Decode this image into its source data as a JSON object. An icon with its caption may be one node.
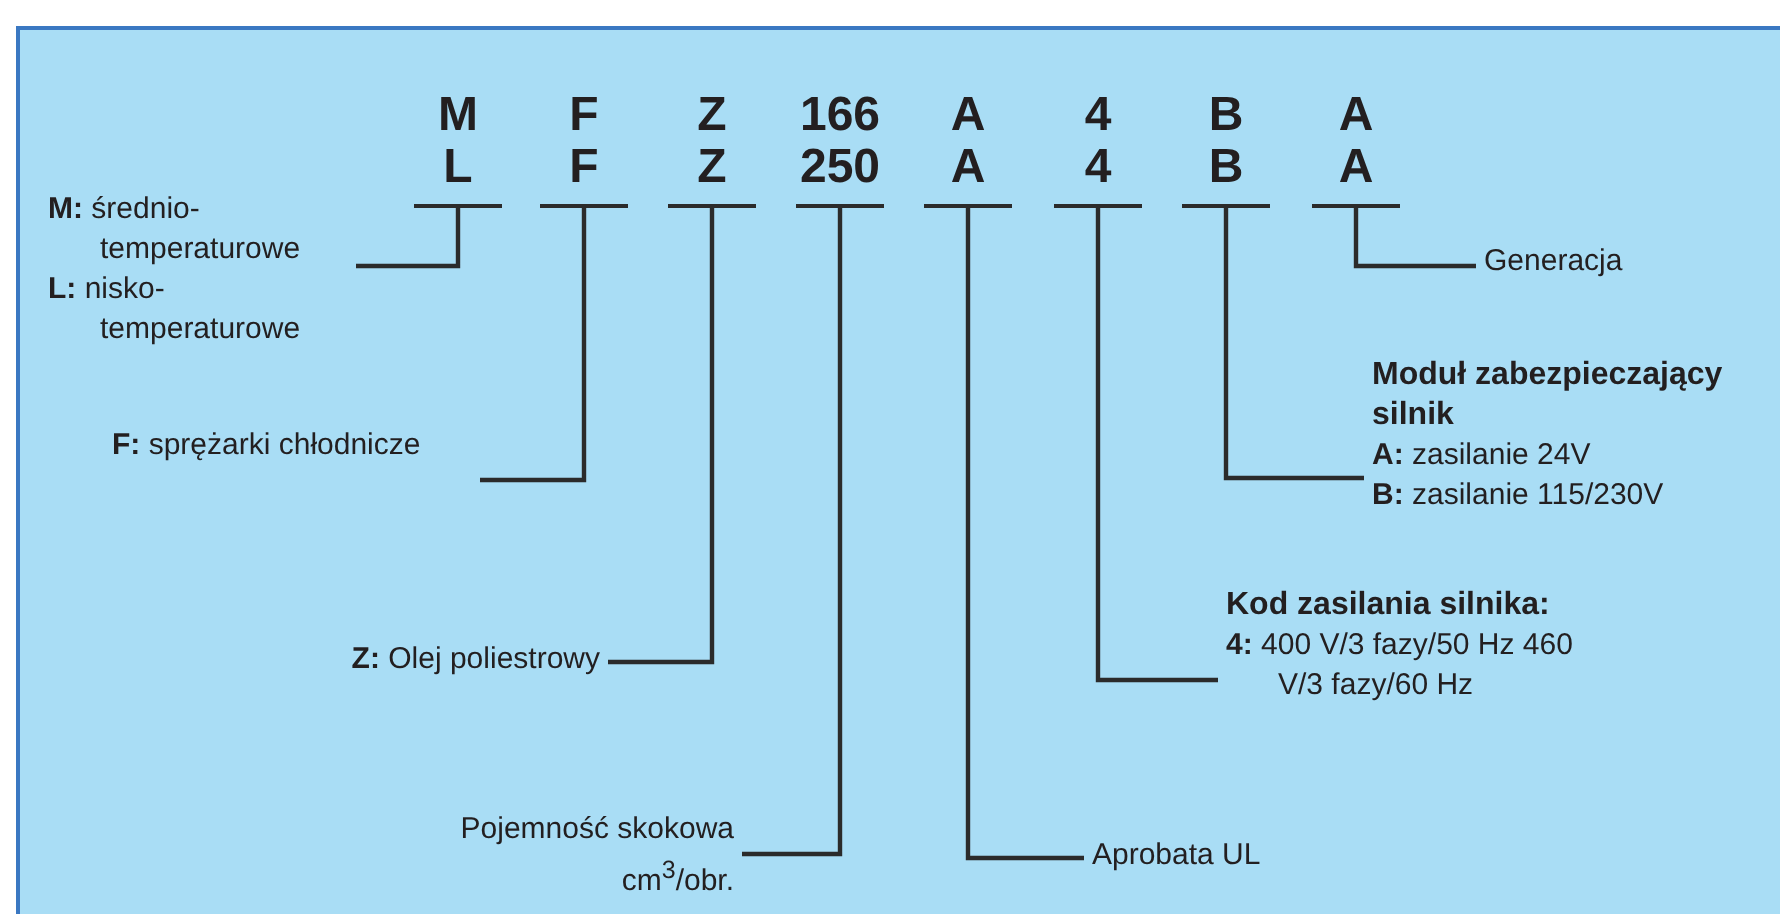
{
  "diagram": {
    "nodes": [
      {
        "text": [
          "M",
          "L"
        ]
      },
      {
        "text": [
          "F",
          "F"
        ]
      },
      {
        "text": [
          "Z",
          "Z"
        ]
      },
      {
        "text": [
          "166",
          "250"
        ]
      },
      {
        "text": [
          "A",
          "A"
        ]
      },
      {
        "text": [
          "4",
          "4"
        ]
      },
      {
        "text": [
          "B",
          "B"
        ]
      },
      {
        "text": [
          "A",
          "A"
        ]
      },
      {
        "text": [
          "**M:** średnio- temperaturowe",
          "**L:** nisko- temperaturowe"
        ]
      },
      {
        "text": [
          "**F:** sprężarki chłodnicze"
        ]
      },
      {
        "text": [
          "**Z:** Olej poliestrowy"
        ]
      },
      {
        "text": [
          "Pojemność skokowa cm$^{3}$/obr."
        ]
      },
      {
        "text": [
          "Aprobata UL"
        ]
      },
      {
        "text": [
          "Kod zasilania silnika:",
          "**4:** 400 V/3 fazy/50 Hz 460 V/3 fazy/60 Hz"
        ]
      },
      {
        "text": [
          "Moduł zabezpieczający silnik",
          "**A:** zasilanie 24V",
          "**B:** zasilanie 115/230V"
        ]
      },
      {
        "text": [
          "Generacja"
        ]
      }
    ],
    "edges": [
      {
        "from": 8,
        "to": 0,
        "arrow": "none"
      },
      {
        "from": 9,
        "to": 1,
        "arrow": "none"
      },
      {
        "from": 10,
        "to": 2,
        "arrow": "none"
      },
      {
        "from": 11,
        "to": 3,
        "arrow": "none"
      },
      {
        "from": 12,
        "to": 4,
        "arrow": "none"
      },
      {
        "from": 13,
        "to": 5,
        "arrow": "none"
      },
      {
        "from": 14,
        "to": 6,
        "arrow": "none"
      },
      {
        "from": 15,
        "to": 7,
        "arrow": "none"
      }
    ]
  }
}
